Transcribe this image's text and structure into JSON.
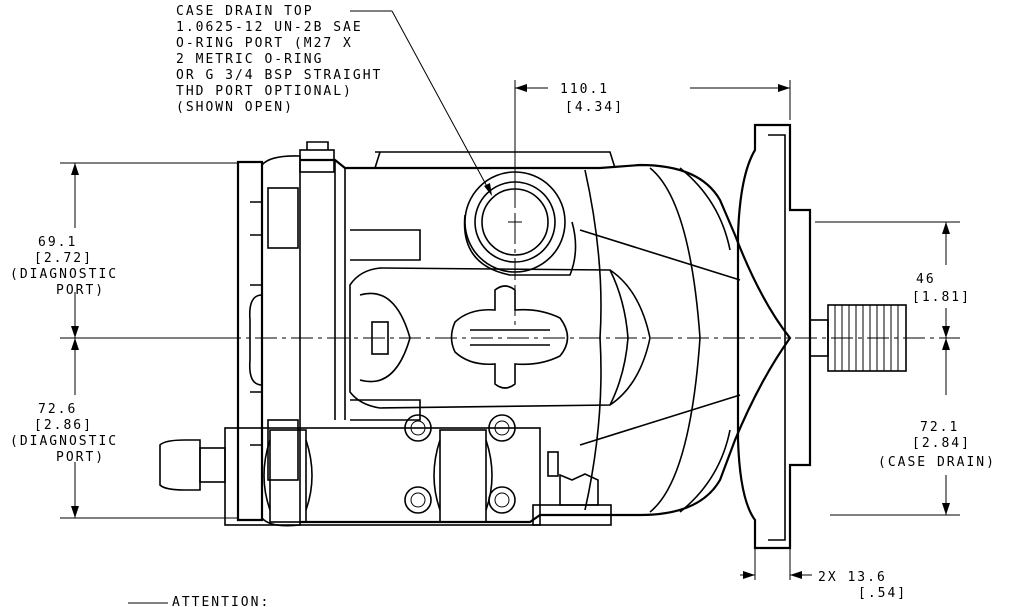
{
  "case_drain_callout": {
    "line1": "CASE DRAIN TOP",
    "line2": "1.0625-12 UN-2B SAE",
    "line3": "O-RING PORT (M27 X",
    "line4": "2 METRIC O-RING",
    "line5": "OR G 3/4 BSP STRAIGHT",
    "line6": "THD PORT OPTIONAL)",
    "line7": "(SHOWN OPEN)"
  },
  "dim_top": {
    "value": "110.1",
    "inch": "[4.34]"
  },
  "dim_upper_left": {
    "value": "69.1",
    "inch": "[2.72]",
    "note1": "(DIAGNOSTIC",
    "note2": "PORT)"
  },
  "dim_lower_left": {
    "value": "72.6",
    "inch": "[2.86]",
    "note1": "(DIAGNOSTIC",
    "note2": "PORT)"
  },
  "dim_upper_right": {
    "value": "46",
    "inch": "[1.81]"
  },
  "dim_lower_right": {
    "value": "72.1",
    "inch": "[2.84]",
    "note": "(CASE DRAIN)"
  },
  "dim_flange": {
    "value": "2X 13.6",
    "inch": "[.54]"
  },
  "attention": {
    "label": "ATTENTION:"
  }
}
